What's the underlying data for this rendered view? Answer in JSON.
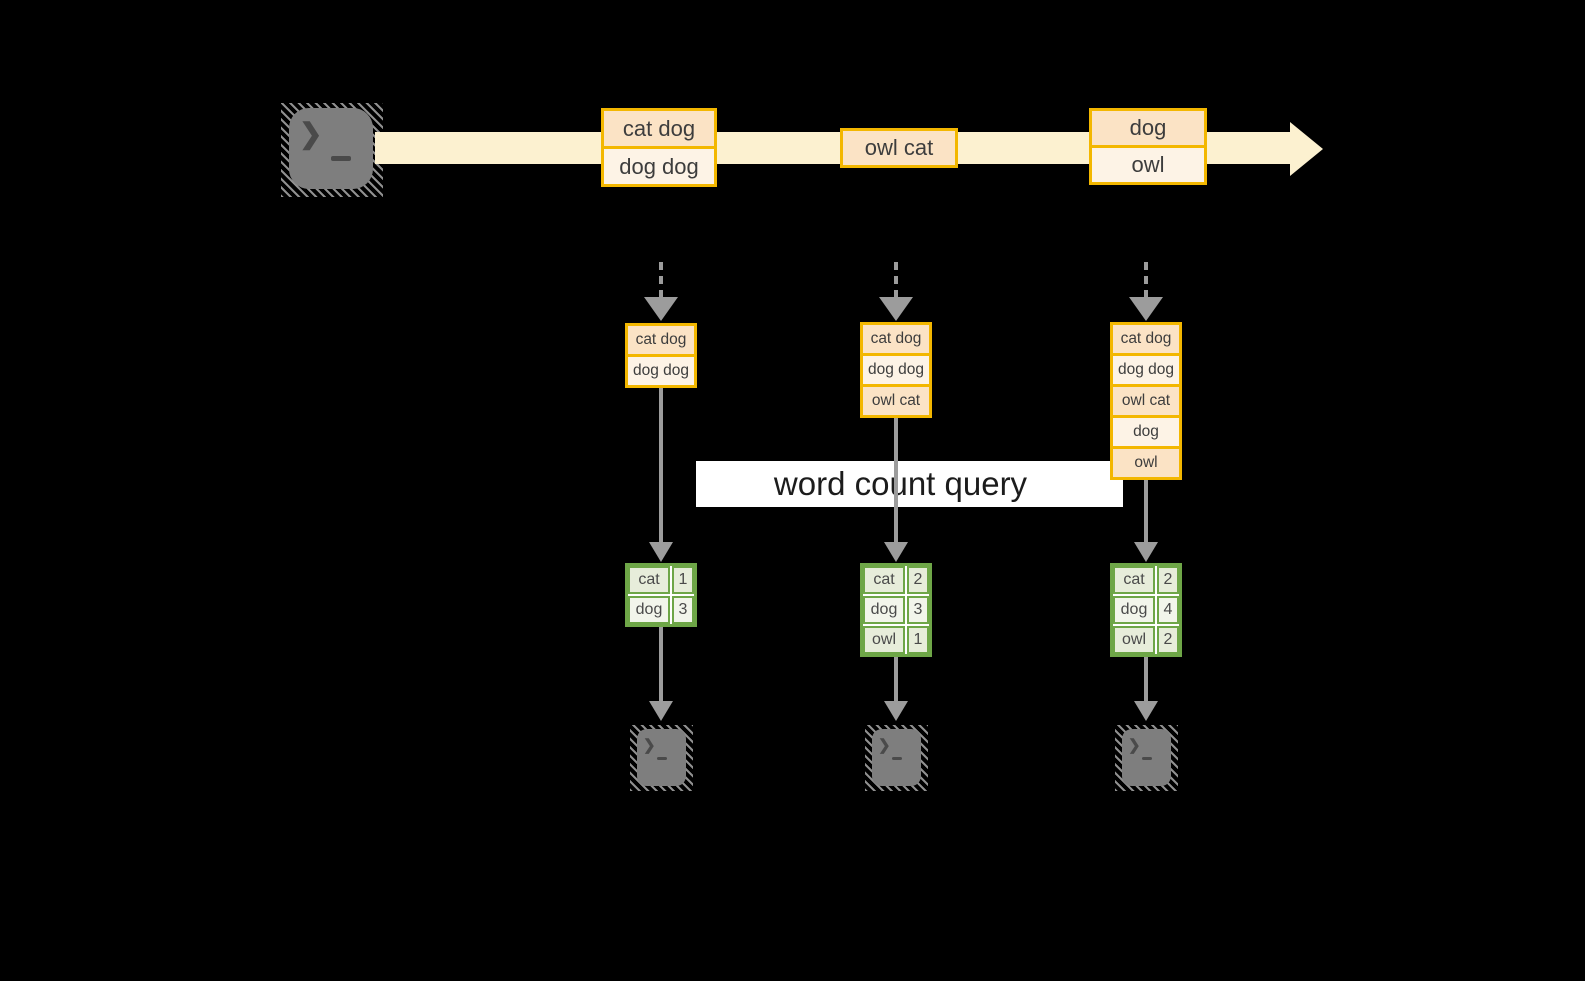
{
  "colors": {
    "amber_border": "#f3b700",
    "peach_fill": "#fbe3c5",
    "cream_fill": "#fdf3e6",
    "stream_band": "#fcf1d0",
    "green_border": "#6ea647",
    "sage_fill": "#e7edda",
    "sage_light_fill": "#f2f5eb",
    "arrow_gray": "#9c9c9c",
    "terminal_gray": "#7e7e7e",
    "query_band_bg": "#ffffff"
  },
  "icons": {
    "terminal_prompt": "❯"
  },
  "timeline": {
    "groups": [
      {
        "items": [
          "cat dog",
          "dog dog"
        ]
      },
      {
        "items": [
          "owl cat"
        ]
      },
      {
        "items": [
          "dog",
          "owl"
        ]
      }
    ]
  },
  "query": {
    "label": "word count query"
  },
  "columns": [
    {
      "state_rows": [
        "cat dog",
        "dog dog"
      ],
      "counts": [
        {
          "word": "cat",
          "count": "1"
        },
        {
          "word": "dog",
          "count": "3"
        }
      ]
    },
    {
      "state_rows": [
        "cat dog",
        "dog dog",
        "owl cat"
      ],
      "counts": [
        {
          "word": "cat",
          "count": "2"
        },
        {
          "word": "dog",
          "count": "3"
        },
        {
          "word": "owl",
          "count": "1"
        }
      ]
    },
    {
      "state_rows": [
        "cat dog",
        "dog dog",
        "owl cat",
        "dog",
        "owl"
      ],
      "counts": [
        {
          "word": "cat",
          "count": "2"
        },
        {
          "word": "dog",
          "count": "4"
        },
        {
          "word": "owl",
          "count": "2"
        }
      ]
    }
  ]
}
